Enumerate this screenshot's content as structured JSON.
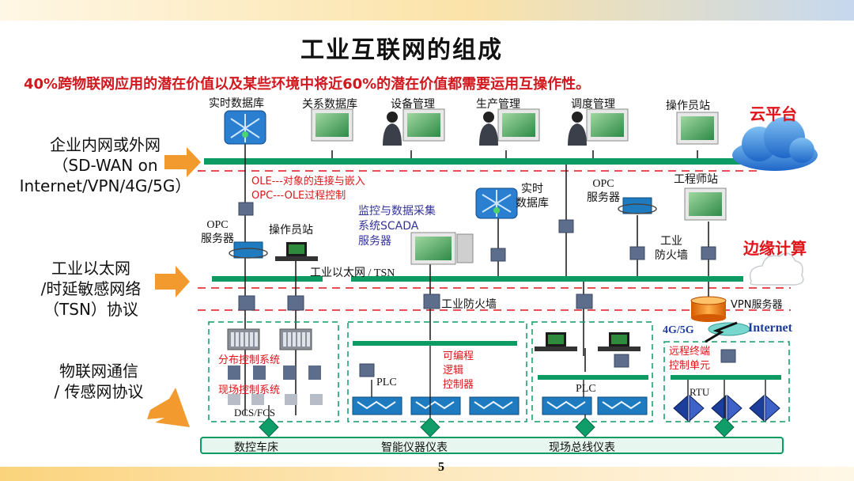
{
  "header": {
    "title": "工业互联网的组成",
    "subtitle": "40%跨物联网应用的潜在价值以及某些环境中将近60%的潜在价值都需要运用互操作性。"
  },
  "layers": {
    "enterprise": [
      "企业内网或外网",
      "（SD-WAN on",
      "Internet/VPN/4G/5G）"
    ],
    "ethernet": [
      "工业以太网",
      "/时延敏感网络",
      "（TSN）协议"
    ],
    "iot": [
      "物联网通信",
      "/ 传感网协议"
    ]
  },
  "top_row": {
    "realtime_db": "实时数据库",
    "relational_db": "关系数据库",
    "equipment_mgmt": "设备管理",
    "production_mgmt": "生产管理",
    "dispatch_mgmt": "调度管理",
    "operator_station": "操作员站"
  },
  "cloud": {
    "platform": "云平台",
    "edge": "边缘计算"
  },
  "middle": {
    "ole_note": "OLE---对象的连接与嵌入",
    "opc_note": "OPC---OLE过程控制",
    "opc_server_left": [
      "OPC",
      "服务器"
    ],
    "operator_station_mid": "操作员站",
    "scada": [
      "监控与数据采集",
      "系统SCADA",
      "服务器"
    ],
    "realtime_db_mid": [
      "实时",
      "数据库"
    ],
    "opc_server_right": [
      "OPC",
      "服务器"
    ],
    "engineer_station": "工程师站",
    "industrial_firewall_right": [
      "工业",
      "防火墙"
    ],
    "ethernet_bus": "工业以太网 / TSN",
    "industrial_firewall_mid": "工业防火墙",
    "vpn_server": "VPN服务器",
    "net_4g5g": "4G/5G",
    "internet": "Internet"
  },
  "field": {
    "distributed_control": "分布控制系统",
    "field_control": "现场控制系统",
    "dcs_fcs": "DCS/FCS",
    "plc_1": "PLC",
    "programmable_logic": [
      "可编程",
      "逻辑",
      "控制器"
    ],
    "plc_2": "PLC",
    "remote_terminal": [
      "远程终端",
      "控制单元"
    ],
    "rtu": "RTU"
  },
  "bottom_bar": {
    "cnc": "数控车床",
    "smart_instruments": "智能仪器仪表",
    "fieldbus_instruments": "现场总线仪表"
  },
  "page_number": "5",
  "colors": {
    "bus_green": "#0d9b64",
    "dash_red": "#e0141a",
    "switch_gray": "#5d6d8c",
    "arrow_orange": "#f29a2e",
    "router_blue": "#1f7bbf",
    "title_red": "#d0181e",
    "cloud_blue": "#2a7ad8"
  }
}
